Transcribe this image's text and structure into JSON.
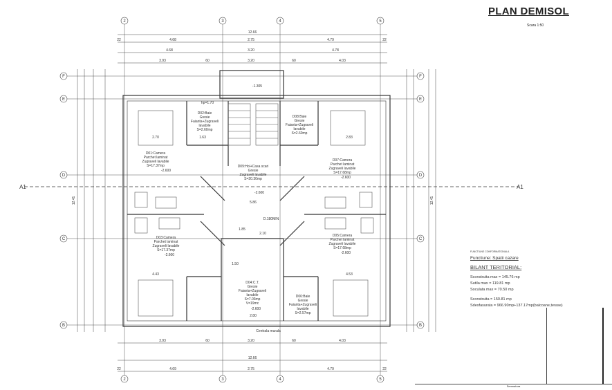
{
  "header": {
    "title": "PLAN DEMISOL",
    "scale": "Scara 1:50"
  },
  "axes": {
    "columns": [
      "2",
      "3",
      "4",
      "5"
    ],
    "rows": [
      "F",
      "E",
      "D",
      "C",
      "B"
    ],
    "section": "A1"
  },
  "dimensions": {
    "top_total": "12.66",
    "top_row1": [
      "22",
      "4.68",
      "2.75",
      "4.79",
      "22"
    ],
    "top_row2": [
      "4.68",
      "3.20",
      "4.78"
    ],
    "top_row3": [
      "3.93",
      "60",
      "3.20",
      "60",
      "4.03"
    ],
    "bottom_row1": [
      "3.93",
      "60",
      "3.20",
      "60",
      "4.03"
    ],
    "bottom_total": "12.66",
    "bottom_row2": [
      "22",
      "4.69",
      "2.75",
      "4.79",
      "22"
    ],
    "left_total": "12.41",
    "right_total": "12.41",
    "inner": [
      "2.70",
      "1.63",
      "2.83",
      "4.43",
      "4.53",
      "5.86",
      "1.85",
      "1.50",
      "2.10",
      "2.80"
    ]
  },
  "rooms": [
    {
      "id": "D01",
      "lines": [
        "D01:Camera",
        "Parchet laminat",
        "Zugraveli lavabile",
        "S=17.37mp"
      ],
      "level": "-2.600"
    },
    {
      "id": "D02",
      "lines": [
        "D02:Baie",
        "Gresie",
        "Faianta+Zugraveli",
        "lavabile",
        "S=2.60mp"
      ],
      "level": ""
    },
    {
      "id": "D03",
      "lines": [
        "D03:Camera",
        "Parchet laminat",
        "Zugraveli lavabile",
        "S=17.37mp"
      ],
      "level": "-2.600"
    },
    {
      "id": "D04",
      "lines": [
        "D04:C.T.",
        "Gresie",
        "Faianta+Zugraveli",
        "lavabile",
        "S=7.03mp",
        "V=19mc"
      ],
      "level": "-2.600"
    },
    {
      "id": "D05",
      "lines": [
        "D05:Camera",
        "Parchet laminat",
        "Zugraveli lavabile",
        "S=17.68mp"
      ],
      "level": "-2.600"
    },
    {
      "id": "D06",
      "lines": [
        "D06:Baie",
        "Gresie",
        "Faianta+Zugraveli",
        "lavabile",
        "S=2.57mp"
      ],
      "level": ""
    },
    {
      "id": "D07",
      "lines": [
        "D07:Camera",
        "Parchet laminat",
        "Zugraveli lavabile",
        "S=17.68mp"
      ],
      "level": "-2.600"
    },
    {
      "id": "D08",
      "lines": [
        "D08:Baie",
        "Gresie",
        "Faianta+Zugraveli",
        "lavabile",
        "S=2.60mp"
      ],
      "level": ""
    },
    {
      "id": "D09",
      "lines": [
        "D09:Hol+Casa scari",
        "Gresie",
        "Zugraveli lavabile",
        "S=20.30mp"
      ],
      "level": "-2.600"
    }
  ],
  "annotations": {
    "stair_level": "-1.305",
    "door": "D.180MIN",
    "boiler": "Centrala murala",
    "window_height": "hp=1.70"
  },
  "legend": {
    "small": "FUNCTIUNE CONFORMATIONALA",
    "function": "Functiune: Spatii cazare",
    "heading": "BILANT TERITORIAL:",
    "lines1": [
      "Sconstruita max = 145.76 mp",
      "Sutila max = 119.81 mp",
      "Soculata max = 70.50 mp"
    ],
    "lines2": [
      "Sconstruita = 150.81 mp",
      "Sdesfasurata = 966.90mp+137.17mp(balcoane,terase)"
    ]
  },
  "title_block": {
    "label": "Semnatura"
  }
}
